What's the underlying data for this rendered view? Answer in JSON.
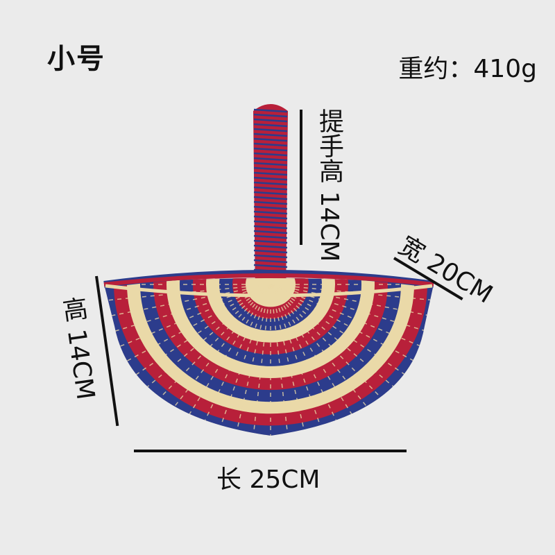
{
  "size_label": "小号",
  "weight_label": "重约：410g",
  "dimensions": {
    "handle_height": "提手高 14CM",
    "width": "宽 20CM",
    "height": "高 14CM",
    "length": "长 25CM"
  },
  "product": {
    "name": "woven-basket",
    "colors": {
      "red": "#b8203a",
      "blue": "#2c3c8c",
      "cream": "#ead9a8",
      "background": "#ebebeb"
    }
  }
}
